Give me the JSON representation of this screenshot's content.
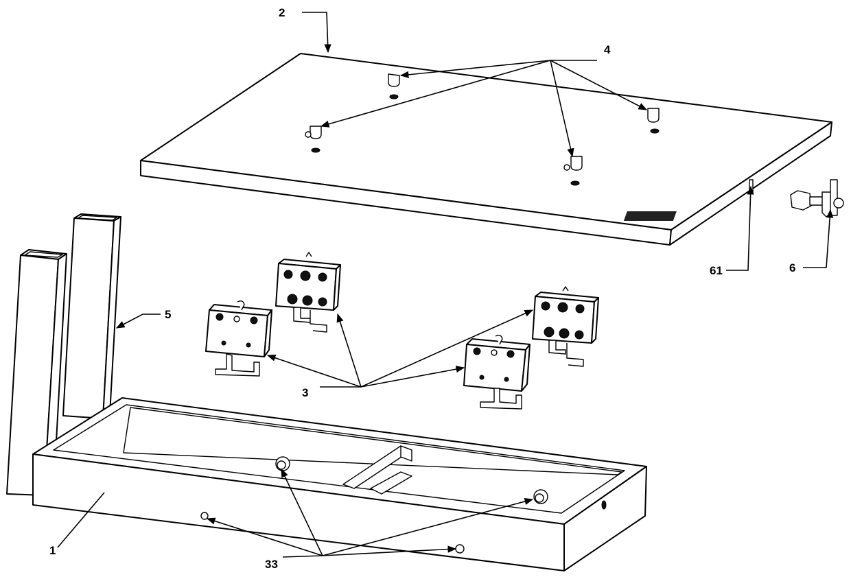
{
  "labels": {
    "frame": "1",
    "top_plate": "2",
    "clamp_blocks": "3",
    "hooks": "4",
    "posts": "5",
    "bolt_assembly": "6",
    "plate_slot": "61",
    "pins": "33"
  }
}
